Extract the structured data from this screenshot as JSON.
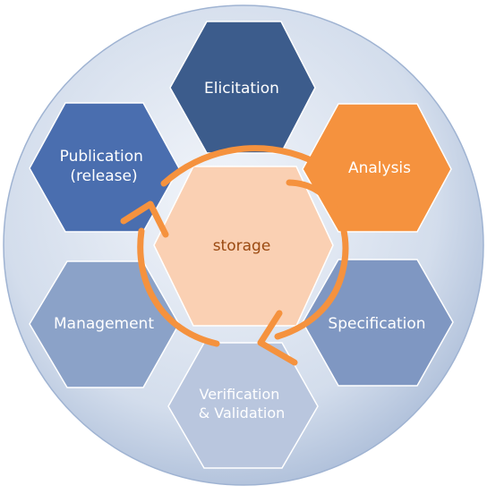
{
  "center": {
    "label": "storage",
    "color": "#FAD0B3",
    "text_color": "#9B4A12"
  },
  "hexagons": [
    {
      "id": "elicitation",
      "lines": [
        "Elicitation"
      ],
      "color": "#3C5C8C",
      "text_color": "#FFFFFF"
    },
    {
      "id": "analysis",
      "lines": [
        "Analysis"
      ],
      "color": "#F5923E",
      "text_color": "#FFFFFF"
    },
    {
      "id": "specification",
      "lines": [
        "Specification"
      ],
      "color": "#7F97C2",
      "text_color": "#FFFFFF"
    },
    {
      "id": "verification",
      "lines": [
        "Verification",
        "& Validation"
      ],
      "color": "#B9C6DE",
      "text_color": "#FFFFFF"
    },
    {
      "id": "management",
      "lines": [
        "Management"
      ],
      "color": "#8BA2C8",
      "text_color": "#FFFFFF"
    },
    {
      "id": "publication",
      "lines": [
        "Publication",
        "(release)"
      ],
      "color": "#4A6EAF",
      "text_color": "#FFFFFF"
    }
  ],
  "colors": {
    "background_circle": "#C3D0E4",
    "cycle_arrow": "#F5923E"
  }
}
